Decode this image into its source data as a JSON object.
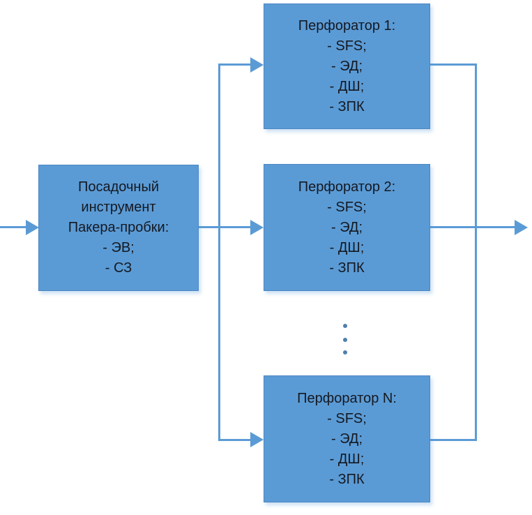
{
  "diagram": {
    "title": "Perforation assembly flow diagram",
    "colors": {
      "box_fill": "#5b9bd5",
      "box_border": "#4a86c5",
      "connector": "#5b9bd5",
      "text": "#141922",
      "dot": "#4e7fae"
    },
    "nodes": [
      {
        "id": "landing-tool",
        "lines": [
          "Посадочный",
          "инструмент",
          "Пакера-пробки:",
          "- ЭВ;",
          "- СЗ"
        ]
      },
      {
        "id": "perforator-1",
        "lines": [
          "Перфоратор 1:",
          "- SFS;",
          "- ЭД;",
          "- ДШ;",
          "- ЗПК"
        ]
      },
      {
        "id": "perforator-2",
        "lines": [
          "Перфоратор 2:",
          "- SFS;",
          "- ЭД;",
          "- ДШ;",
          "- ЗПК"
        ]
      },
      {
        "id": "perforator-n",
        "lines": [
          "Перфоратор N:",
          "- SFS;",
          "- ЭД;",
          "- ДШ;",
          "- ЗПК"
        ]
      }
    ],
    "ellipsis": {
      "style": "three-vertical-dots",
      "meaning": "continuation between Перфоратор 2 and Перфоратор N"
    }
  }
}
